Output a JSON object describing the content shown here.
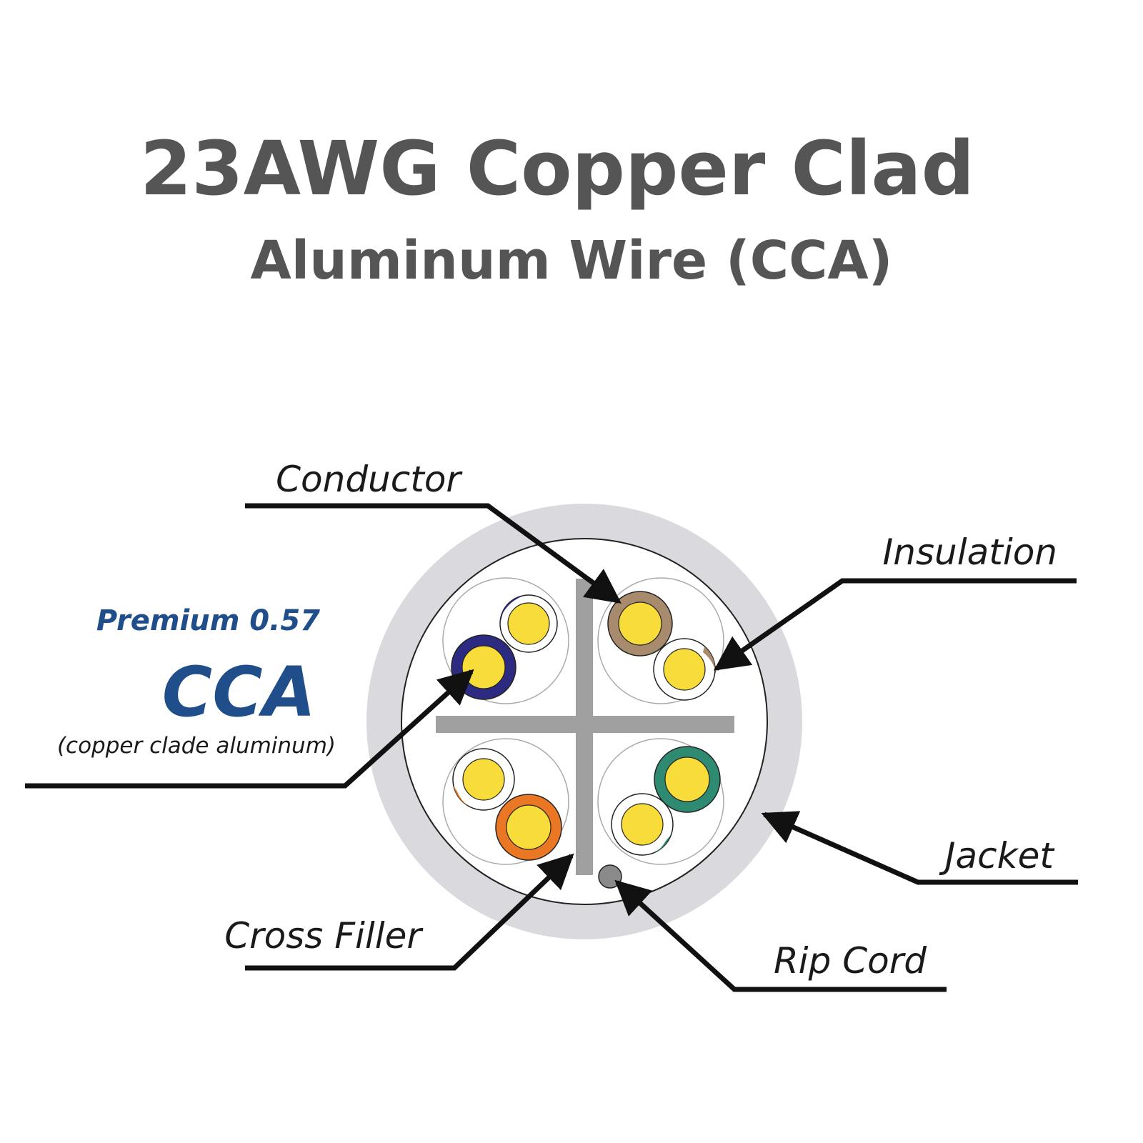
{
  "title": {
    "line1": "23AWG Copper Clad",
    "line2": "Aluminum Wire (CCA)"
  },
  "badge": {
    "premium": "Premium 0.57",
    "cca": "CCA",
    "subtitle": "(copper clade aluminum)"
  },
  "labels": {
    "conductor": "Conductor",
    "insulation": "Insulation",
    "jacket": "Jacket",
    "cross_filler": "Cross Filler",
    "rip_cord": "Rip Cord"
  },
  "colors": {
    "title_text": "#555555",
    "badge_blue": "#1f4e8a",
    "label_text": "#1a1a1a",
    "jacket": "#d9d9de",
    "cross_filler": "#a0a0a0",
    "conductor": "#f8dc3a",
    "pair_blue": "#2d2a82",
    "pair_brown": "#a88a6c",
    "pair_orange": "#ea7724",
    "pair_green": "#2f8a72",
    "rip_cord": "#8a8a8a"
  }
}
